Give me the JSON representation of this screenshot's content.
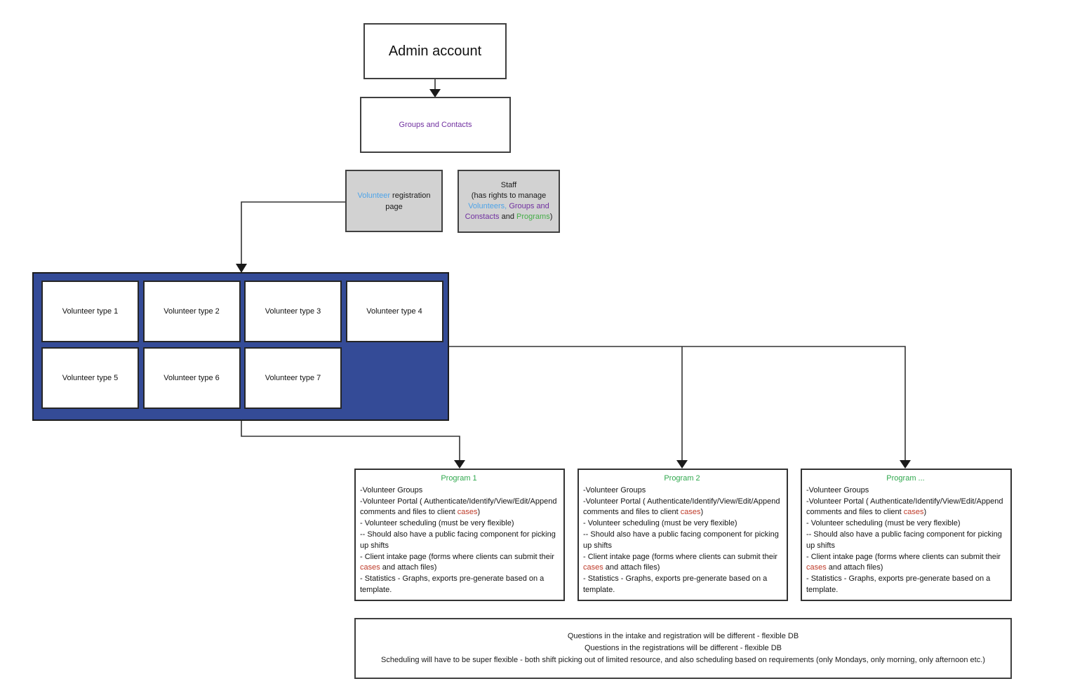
{
  "colors": {
    "accent_blue": "#4FA4E8",
    "purple": "#7030A0",
    "green": "#2FA84D",
    "staff_green": "#44AD47",
    "red": "#BE3A28",
    "panel_blue": "#344B97",
    "box_gray": "#D2D2D2",
    "line": "#333333"
  },
  "boxes": {
    "admin": {
      "label": "Admin account"
    },
    "groups": {
      "label": "Groups and Contacts"
    },
    "volunteer_registration": {
      "highlight": "Volunteer",
      "rest": " registration page"
    }
  },
  "staff": {
    "title": "Staff",
    "line2": "(has rights to  manage",
    "rich_lines": [
      [
        {
          "text": "Volunteers,",
          "color": "blue"
        },
        {
          "text": " ",
          "color": null
        },
        {
          "text": "Groups and",
          "color": "purple"
        }
      ],
      [
        {
          "text": "Constacts",
          "color": "purple"
        },
        {
          "text": " and ",
          "color": null
        },
        {
          "text": "Programs",
          "color": "green"
        },
        {
          "text": ")",
          "color": null
        }
      ]
    ]
  },
  "volunteer_types": [
    "Volunteer type 1",
    "Volunteer type 2",
    "Volunteer type 3",
    "Volunteer type 4",
    "Volunteer type 5",
    "Volunteer type 6",
    "Volunteer type 7"
  ],
  "programs": {
    "titles": [
      "Program 1",
      "Program 2",
      "Program ..."
    ],
    "body": [
      [
        {
          "text": "-Volunteer Groups",
          "color": null
        }
      ],
      [
        {
          "text": "-Volunteer Portal ( Authenticate/Identify/View/Edit/Append comments and files to client ",
          "color": null
        },
        {
          "text": "cases",
          "color": "red"
        },
        {
          "text": ")",
          "color": null
        }
      ],
      [
        {
          "text": "- Volunteer scheduling (must be very flexible)",
          "color": null
        }
      ],
      [
        {
          "text": "-- Should also have a public facing component for picking up shifts",
          "color": null
        }
      ],
      [
        {
          "text": "- Client intake page (forms where clients can submit their ",
          "color": null
        },
        {
          "text": "cases",
          "color": "red"
        },
        {
          "text": " and attach files)",
          "color": null
        }
      ],
      [
        {
          "text": "- Statistics - Graphs, exports pre-generate based on a template.",
          "color": null
        }
      ]
    ]
  },
  "notes": {
    "lines": [
      "Questions in the intake and registration will be different - flexible DB",
      "Questions in the registrations will be different - flexible DB",
      "Scheduling will have to be super flexible - both shift picking out of limited resource, and also scheduling based on requirements (only Mondays, only morning, only afternoon etc.)"
    ]
  }
}
